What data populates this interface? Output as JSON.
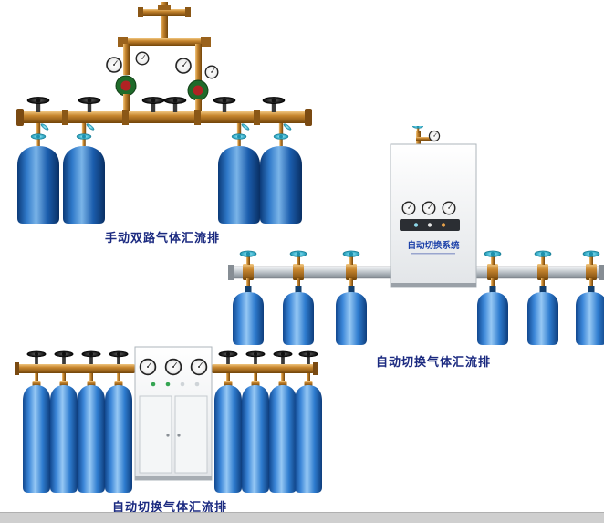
{
  "page": {
    "background_color": "#ffffff",
    "footer_strip_color": "#cfcfcf"
  },
  "captions": {
    "product1": "手动双路气体汇流排",
    "product2": "自动切换气体汇流排",
    "product3": "自动切换气体汇流排"
  },
  "cabinet": {
    "label": "自动切换系统"
  },
  "colors": {
    "caption_text": "#1b2a80",
    "brass_pipe": "#c8872f",
    "steel_pipe": "#b9bec4",
    "cylinder_dark_blue": "#1663b8",
    "cylinder_bright_blue": "#2e7fd4",
    "teal_handle": "#3fb8d4",
    "regulator_green": "#1f6b2a",
    "regulator_red": "#b02323"
  }
}
